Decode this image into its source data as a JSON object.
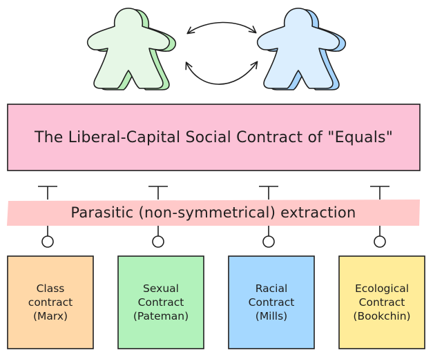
{
  "diagram": {
    "title": "The Liberal-Capital Social Contract of \"Equals\"",
    "band_label": "Parasitic (non-symmetrical) extraction",
    "figures": [
      {
        "fill": "#e6f7e6",
        "shadow": "#b7ecb7",
        "icon": "meeple-icon"
      },
      {
        "fill": "#dbeefe",
        "shadow": "#a5d3fb",
        "icon": "meeple-icon"
      }
    ],
    "contracts": [
      {
        "lines": [
          "Class",
          "contract",
          "(Marx)"
        ],
        "fill": "#ffd8a8"
      },
      {
        "lines": [
          "Sexual",
          "Contract",
          "(Pateman)"
        ],
        "fill": "#b2f2bb"
      },
      {
        "lines": [
          "Racial",
          "Contract",
          "(Mills)"
        ],
        "fill": "#a5d8ff"
      },
      {
        "lines": [
          "Ecological",
          "Contract",
          "(Bookchin)"
        ],
        "fill": "#ffec99"
      }
    ],
    "colors": {
      "title_box": "#fcc2d7",
      "band": "#ffc9c9",
      "stroke": "#1e1e1e"
    }
  }
}
